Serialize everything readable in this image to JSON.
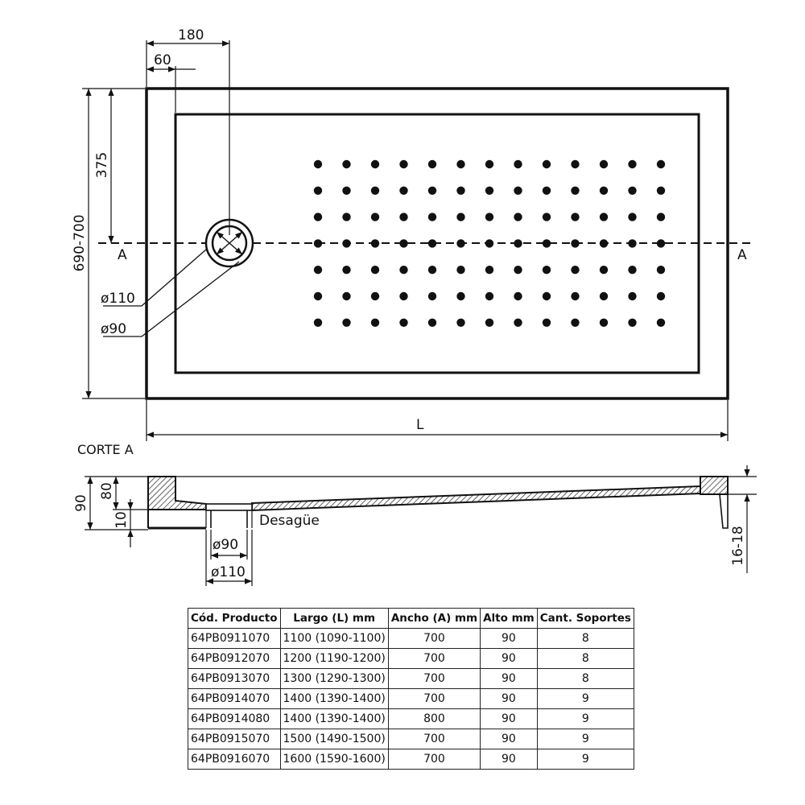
{
  "plan": {
    "dim_top_outer": "180",
    "dim_top_inner": "60",
    "dim_side_height": "690-700",
    "dim_side_partial": "375",
    "section_marker_left": "A",
    "section_marker_right": "A",
    "drain_outer_diameter": "ø110",
    "drain_inner_diameter": "ø90",
    "dim_length": "L",
    "dot_grid": {
      "columns": 13,
      "rows": 7
    }
  },
  "section": {
    "title": "CORTE A",
    "dim_total_height": "90",
    "dim_rim_height": "80",
    "dim_base": "10",
    "drain_label": "Desagüe",
    "dim_drain_inner": "ø90",
    "dim_drain_outer": "ø110",
    "dim_support": "16-18"
  },
  "table": {
    "headers": [
      "Cód. Producto",
      "Largo (L) mm",
      "Ancho (A) mm",
      "Alto mm",
      "Cant. Soportes"
    ],
    "rows": [
      [
        "64PB0911070",
        "1100 (1090-1100)",
        "700",
        "90",
        "8"
      ],
      [
        "64PB0912070",
        "1200 (1190-1200)",
        "700",
        "90",
        "8"
      ],
      [
        "64PB0913070",
        "1300 (1290-1300)",
        "700",
        "90",
        "8"
      ],
      [
        "64PB0914070",
        "1400 (1390-1400)",
        "700",
        "90",
        "9"
      ],
      [
        "64PB0914080",
        "1400 (1390-1400)",
        "800",
        "90",
        "9"
      ],
      [
        "64PB0915070",
        "1500 (1490-1500)",
        "700",
        "90",
        "9"
      ],
      [
        "64PB0916070",
        "1600 (1590-1600)",
        "700",
        "90",
        "9"
      ]
    ]
  }
}
